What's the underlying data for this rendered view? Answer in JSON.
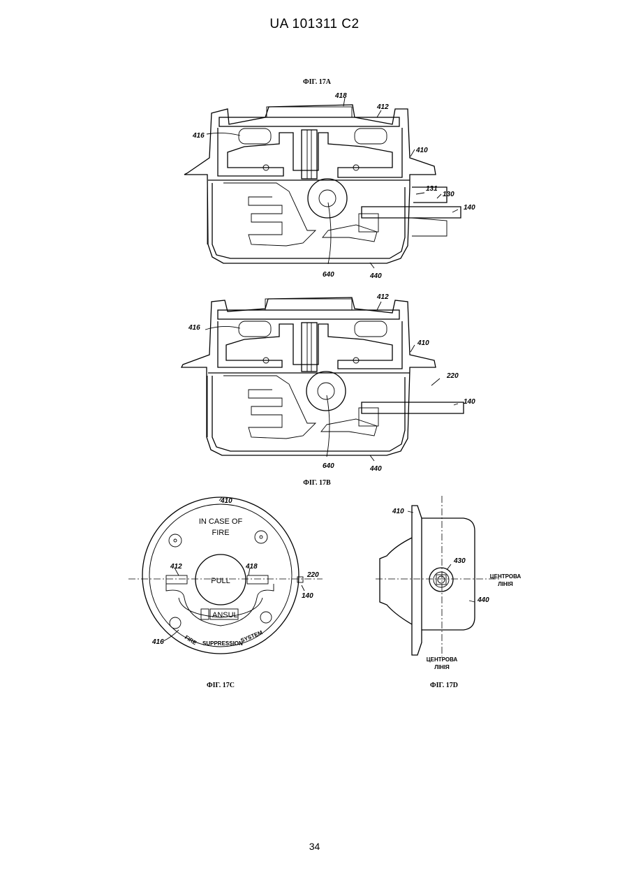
{
  "header": {
    "patent": "UA   101311   C2"
  },
  "footer": {
    "page_number": "34"
  },
  "fig17a": {
    "caption": "ФІГ. 17А",
    "refs": {
      "r418": "418",
      "r412": "412",
      "r416": "416",
      "r410": "410",
      "r131": "131",
      "r130": "130",
      "r140": "140",
      "r640": "640",
      "r440": "440"
    }
  },
  "fig17b": {
    "caption": "ФІГ. 17В",
    "refs": {
      "r412": "412",
      "r416": "416",
      "r410": "410",
      "r220": "220",
      "r140": "140",
      "r640": "640",
      "r440": "440"
    }
  },
  "fig17c": {
    "caption": "ФІГ. 17С",
    "refs": {
      "r410": "410",
      "r412": "412",
      "r418": "418",
      "r220": "220",
      "r140": "140",
      "r416": "416"
    },
    "text": {
      "case_line1": "IN CASE OF",
      "case_line2": "FIRE",
      "pull": "PULL",
      "brand": "ANSUL",
      "arc_fire": "FIRE",
      "arc_suppression": "SUPPRESSION",
      "arc_system": "SYSTEM"
    }
  },
  "fig17d": {
    "caption": "ФІГ. 17D",
    "refs": {
      "r410": "410",
      "r430": "430",
      "r440": "440"
    },
    "centerline_right": [
      "ЦЕНТРОВА",
      "ЛІНІЯ"
    ],
    "centerline_bottom": [
      "ЦЕНТРОВА",
      "ЛІНІЯ"
    ]
  }
}
